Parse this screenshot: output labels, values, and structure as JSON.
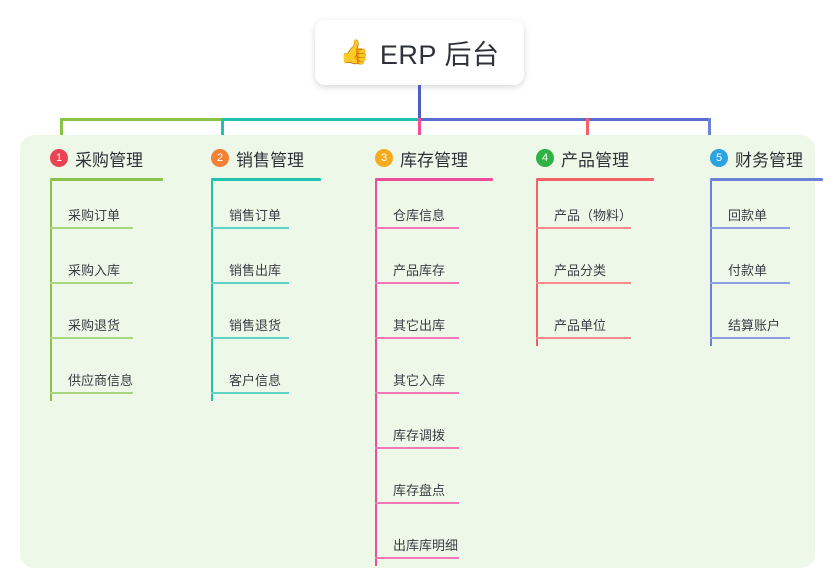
{
  "root": {
    "emoji": "👍",
    "emoji_name": "thumbs-up-icon",
    "title": "ERP 后台"
  },
  "colors": {
    "panel_bg": "#eef8e9",
    "page_bg": "#ffffff",
    "trunk_blue": "#4f5ec7",
    "branch_green": "#7ec24a",
    "branch_teal": "#1fc3b0",
    "branch_pink": "#ee4e9b",
    "branch_red": "#f4616a",
    "branch_blue": "#6a82d8",
    "badge_1": "#ec4354",
    "badge_2": "#f28035",
    "badge_3": "#f5ab1d",
    "badge_4": "#2fb344",
    "badge_5": "#2aa3e0",
    "text": "#2e3138"
  },
  "columns": [
    {
      "badge": "1",
      "badge_color": "#ec4354",
      "line_color": "#8bc34a",
      "rule_color": "#a8d580",
      "title": "采购管理",
      "items": [
        "采购订单",
        "采购入库",
        "采购退货",
        "供应商信息"
      ]
    },
    {
      "badge": "2",
      "badge_color": "#f28035",
      "line_color": "#1fc3b0",
      "rule_color": "#5fd3c6",
      "title": "销售管理",
      "items": [
        "销售订单",
        "销售出库",
        "销售退货",
        "客户信息"
      ]
    },
    {
      "badge": "3",
      "badge_color": "#f5ab1d",
      "line_color": "#ee4e9b",
      "rule_color": "#f178b4",
      "title": "库存管理",
      "items": [
        "仓库信息",
        "产品库存",
        "其它出库",
        "其它入库",
        "库存调拨",
        "库存盘点",
        "出库库明细"
      ]
    },
    {
      "badge": "4",
      "badge_color": "#2fb344",
      "line_color": "#f4616a",
      "rule_color": "#f6888e",
      "title": "产品管理",
      "items": [
        "产品（物料）",
        "产品分类",
        "产品单位"
      ]
    },
    {
      "badge": "5",
      "badge_color": "#2aa3e0",
      "line_color": "#6a82d8",
      "rule_color": "#8d9fe2",
      "title": "财务管理",
      "items": [
        "回款单",
        "付款单",
        "结算账户"
      ]
    }
  ]
}
